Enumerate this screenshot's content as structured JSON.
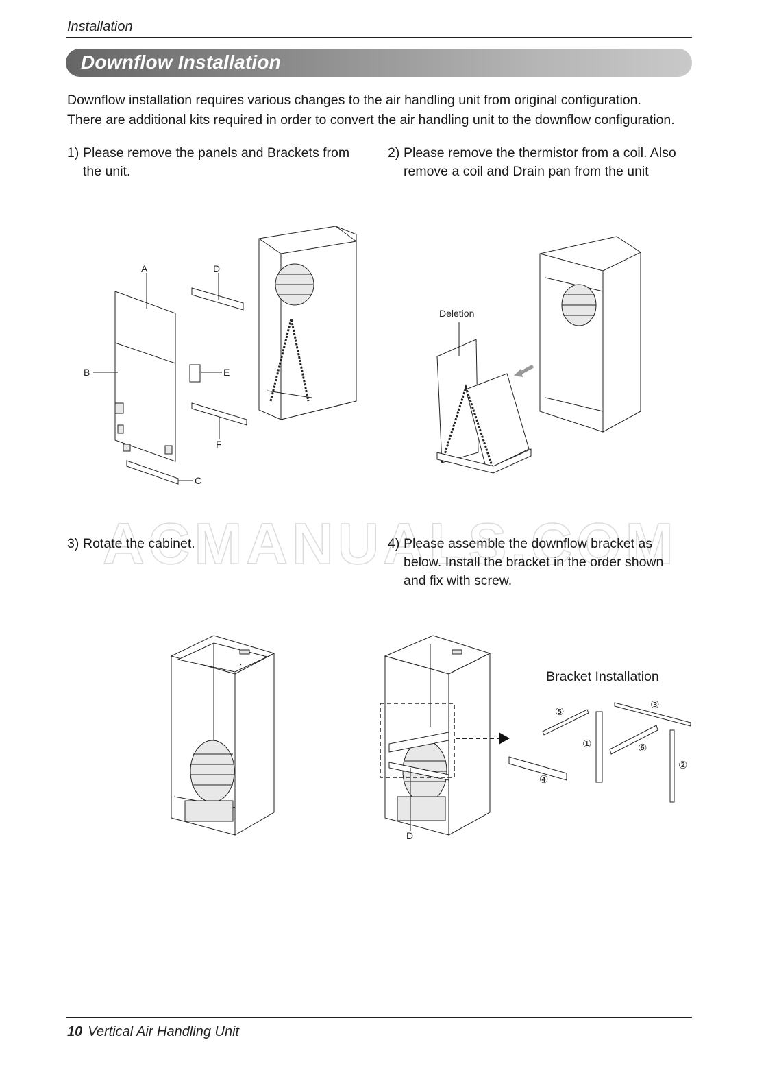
{
  "header": {
    "running_head": "Installation",
    "section_title": "Downflow Installation"
  },
  "intro": {
    "line1": "Downflow installation requires various changes to the air handling unit from original configuration.",
    "line2": "There are additional kits required in order to convert the air handling unit to the downflow configuration."
  },
  "steps": [
    {
      "num": "1)",
      "line1": "Please remove the panels and Brackets from",
      "line2": "the unit."
    },
    {
      "num": "2)",
      "line1": "Please remove the thermistor from a coil. Also",
      "line2": "remove a coil and Drain pan from the unit"
    },
    {
      "num": "3)",
      "line1": "Rotate the cabinet."
    },
    {
      "num": "4)",
      "line1": "Please assemble the downflow bracket as",
      "line2": "below. Install the bracket in the order shown",
      "line3": "and fix with screw."
    }
  ],
  "figure1": {
    "labels": {
      "a": "A",
      "b": "B",
      "c": "C",
      "d": "D",
      "e": "E",
      "f": "F"
    }
  },
  "figure2": {
    "deletion_label": "Deletion"
  },
  "figure4": {
    "d_label": "D",
    "bracket_title": "Bracket Installation",
    "bracket_numbers": {
      "n1": "①",
      "n2": "②",
      "n3": "③",
      "n4": "④",
      "n5": "⑤",
      "n6": "⑥"
    }
  },
  "watermark": "ACMANUALS.COM",
  "footer": {
    "page_number": "10",
    "title": "Vertical Air Handling Unit"
  }
}
